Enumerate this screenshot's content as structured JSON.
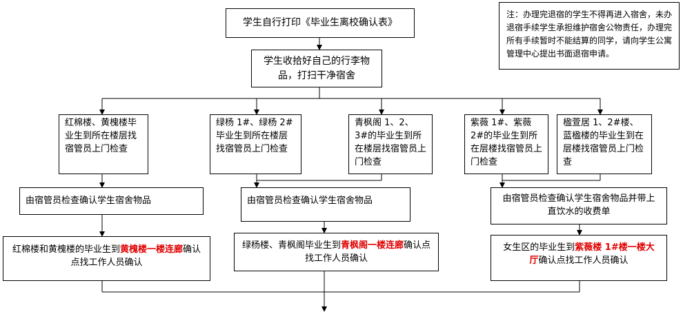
{
  "colors": {
    "line": "#000000",
    "highlight": "#e00000"
  },
  "note": {
    "text": "注：办理完退宿的学生不得再进入宿舍，未办退宿手续学生承担维护宿舍公物责任，办理完所有手续暂时不能结算的同学，请向学生公寓管理中心提出书面退宿申请。"
  },
  "step1": {
    "text": "学生自行打印《毕业生离校确认表》"
  },
  "step2": {
    "text": "学生收拾好自己的行李物品，打扫干净宿舍"
  },
  "branches": [
    {
      "text": "红棉楼、黄槐楼毕业生到所在楼层找宿管员上门检查"
    },
    {
      "text": "绿杨 1#、绿杨 2#毕业生到所在楼层找宿管员上门检查"
    },
    {
      "text": "青枫阁 1、2、3#的毕业生到所在楼层找宿管员上门检查"
    },
    {
      "text": "紫薇 1#、紫薇 2#的毕业生到所在层楼找宿管员上门检查"
    },
    {
      "text": "楹萱居 1、2#楼、蓝楹楼的毕业生到在层楼找宿管员上门检查"
    }
  ],
  "checks": [
    {
      "text": "由宿管员检查确认学生宿舍物品"
    },
    {
      "text": "由宿管员检查确认学生宿舍物品"
    },
    {
      "text": "由宿管员检查确认学生宿舍物品并带上直饮水的收费单"
    }
  ],
  "confirms": [
    {
      "pre": "红棉楼和黄槐楼的毕业生到",
      "place": "黄槐楼一楼连廊",
      "post": "确认点找工作人员确认"
    },
    {
      "pre": "绿杨楼、青枫阁毕业生到",
      "place": "青枫阁一楼连廊",
      "post": "确认点找工作人员确认"
    },
    {
      "pre": "女生区的毕业生到",
      "place": "紫薇楼 1#楼一楼大厅",
      "post": "确认点找工作人员确认"
    }
  ]
}
